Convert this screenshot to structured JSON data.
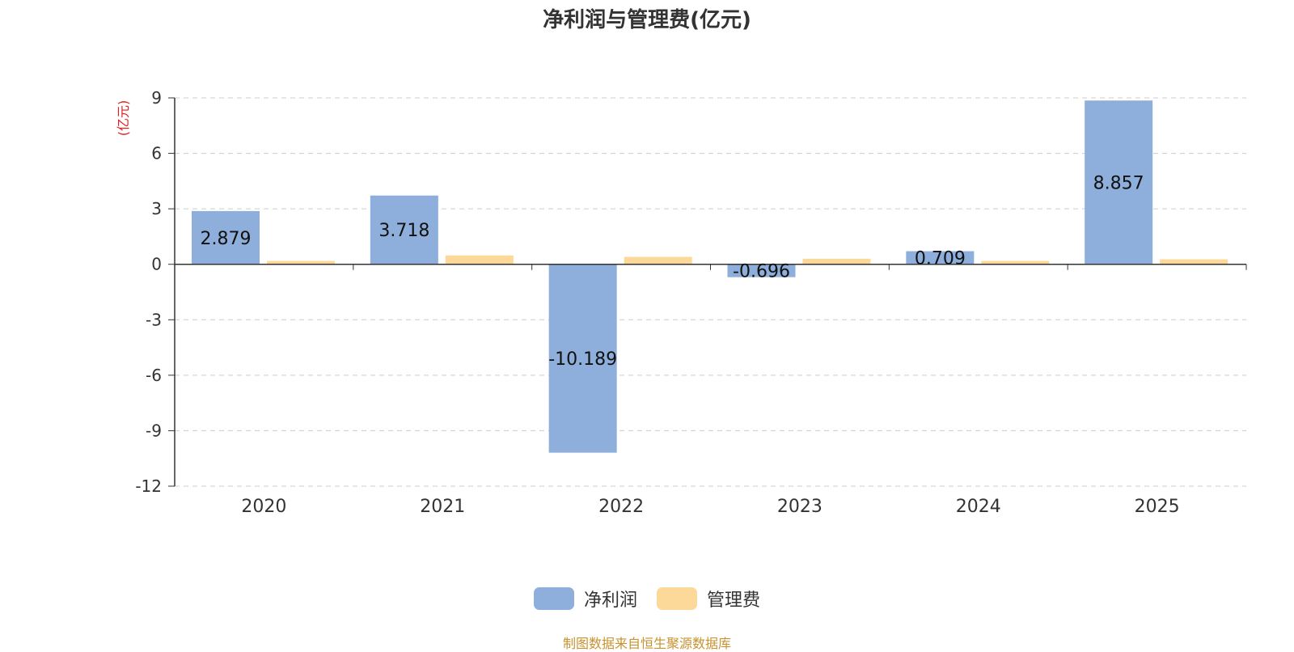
{
  "chart_data": {
    "type": "bar",
    "title": "净利润与管理费(亿元)",
    "ylabel": "(亿元)",
    "categories": [
      "2020",
      "2021",
      "2022",
      "2023",
      "2024",
      "2025"
    ],
    "series": [
      {
        "name": "净利润",
        "values": [
          2.879,
          3.718,
          -10.189,
          -0.696,
          0.709,
          8.857
        ],
        "color": "#8eaedb",
        "labels": [
          "2.879",
          "3.718",
          "-10.189",
          "-0.696",
          "0.709",
          "8.857"
        ]
      },
      {
        "name": "管理费",
        "values": [
          0.18,
          0.48,
          0.4,
          0.3,
          0.18,
          0.27
        ],
        "color": "#fcd899"
      }
    ],
    "ylim": [
      -12,
      9
    ],
    "yticks": [
      "9",
      "6",
      "3",
      "0",
      "-3",
      "-6",
      "-9",
      "-12"
    ],
    "grid": true,
    "legend_position": "bottom"
  },
  "source_note": "制图数据来自恒生聚源数据库",
  "colors": {
    "axis": "#333333",
    "grid": "#cccccc",
    "ylabel": "#e02020",
    "source": "#c7922f"
  }
}
